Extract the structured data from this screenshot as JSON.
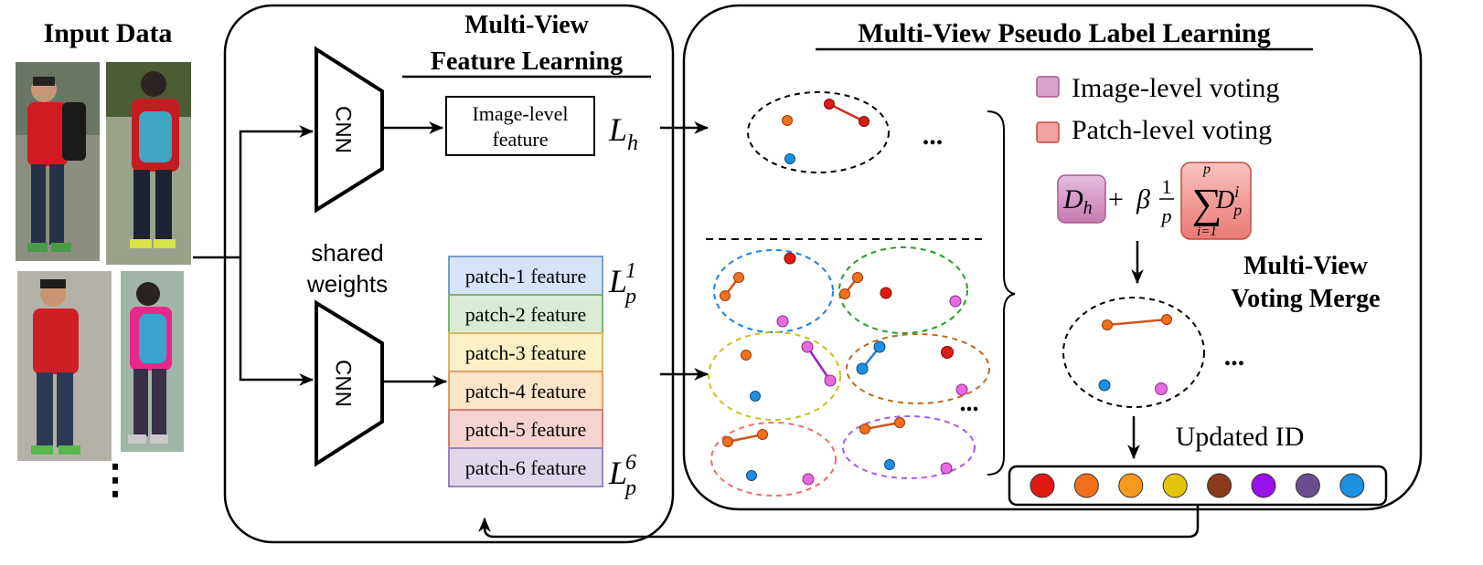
{
  "input_title": "Input Data",
  "input_more": "⋮",
  "feature_panel": {
    "title_line1": "Multi-View",
    "title_line2": "Feature Learning",
    "cnn_label": "CNN",
    "shared_line1": "shared",
    "shared_line2": "weights",
    "image_feature_line1": "Image-level",
    "image_feature_line2": "feature",
    "loss_h": "L",
    "loss_h_sub": "h",
    "loss_p": "L",
    "loss_p_sub": "p",
    "loss_p_sup_first": "1",
    "loss_p_sup_last": "6",
    "patches": [
      {
        "label": "patch-1 feature",
        "fill": "#d6e4f7",
        "stroke": "#7a9ccc"
      },
      {
        "label": "patch-2 feature",
        "fill": "#d7ecd2",
        "stroke": "#7fb27a"
      },
      {
        "label": "patch-3 feature",
        "fill": "#fdf0c7",
        "stroke": "#d8b764"
      },
      {
        "label": "patch-4 feature",
        "fill": "#fde5c9",
        "stroke": "#dca068"
      },
      {
        "label": "patch-5 feature",
        "fill": "#f6d3cf",
        "stroke": "#cf7f76"
      },
      {
        "label": "patch-6 feature",
        "fill": "#e1d7ec",
        "stroke": "#9a85b8"
      }
    ]
  },
  "label_panel": {
    "title": "Multi-View Pseudo Label Learning",
    "legend": [
      {
        "label": "Image-level voting",
        "fill": "#d7a3c8",
        "stroke": "#a8588f"
      },
      {
        "label": "Patch-level voting",
        "fill": "#f2a3a0",
        "stroke": "#c24a45"
      }
    ],
    "ellipsis": "...",
    "formula": {
      "dh": "D",
      "dh_sub": "h",
      "plus": "+",
      "beta": "β",
      "frac_num": "1",
      "frac_den": "p",
      "sum": "∑",
      "sum_top": "p",
      "sum_bottom": "i=1",
      "dp": "D",
      "dp_sub": "p",
      "dp_sup": "i"
    },
    "merge_line1": "Multi-View",
    "merge_line2": "Voting Merge",
    "updated_label": "Updated ID",
    "id_colors": [
      "#e01a12",
      "#f26f1d",
      "#f59a1c",
      "#e3c40c",
      "#8b3a1e",
      "#9b10ee",
      "#6a4d8e",
      "#1c8fe0"
    ]
  }
}
